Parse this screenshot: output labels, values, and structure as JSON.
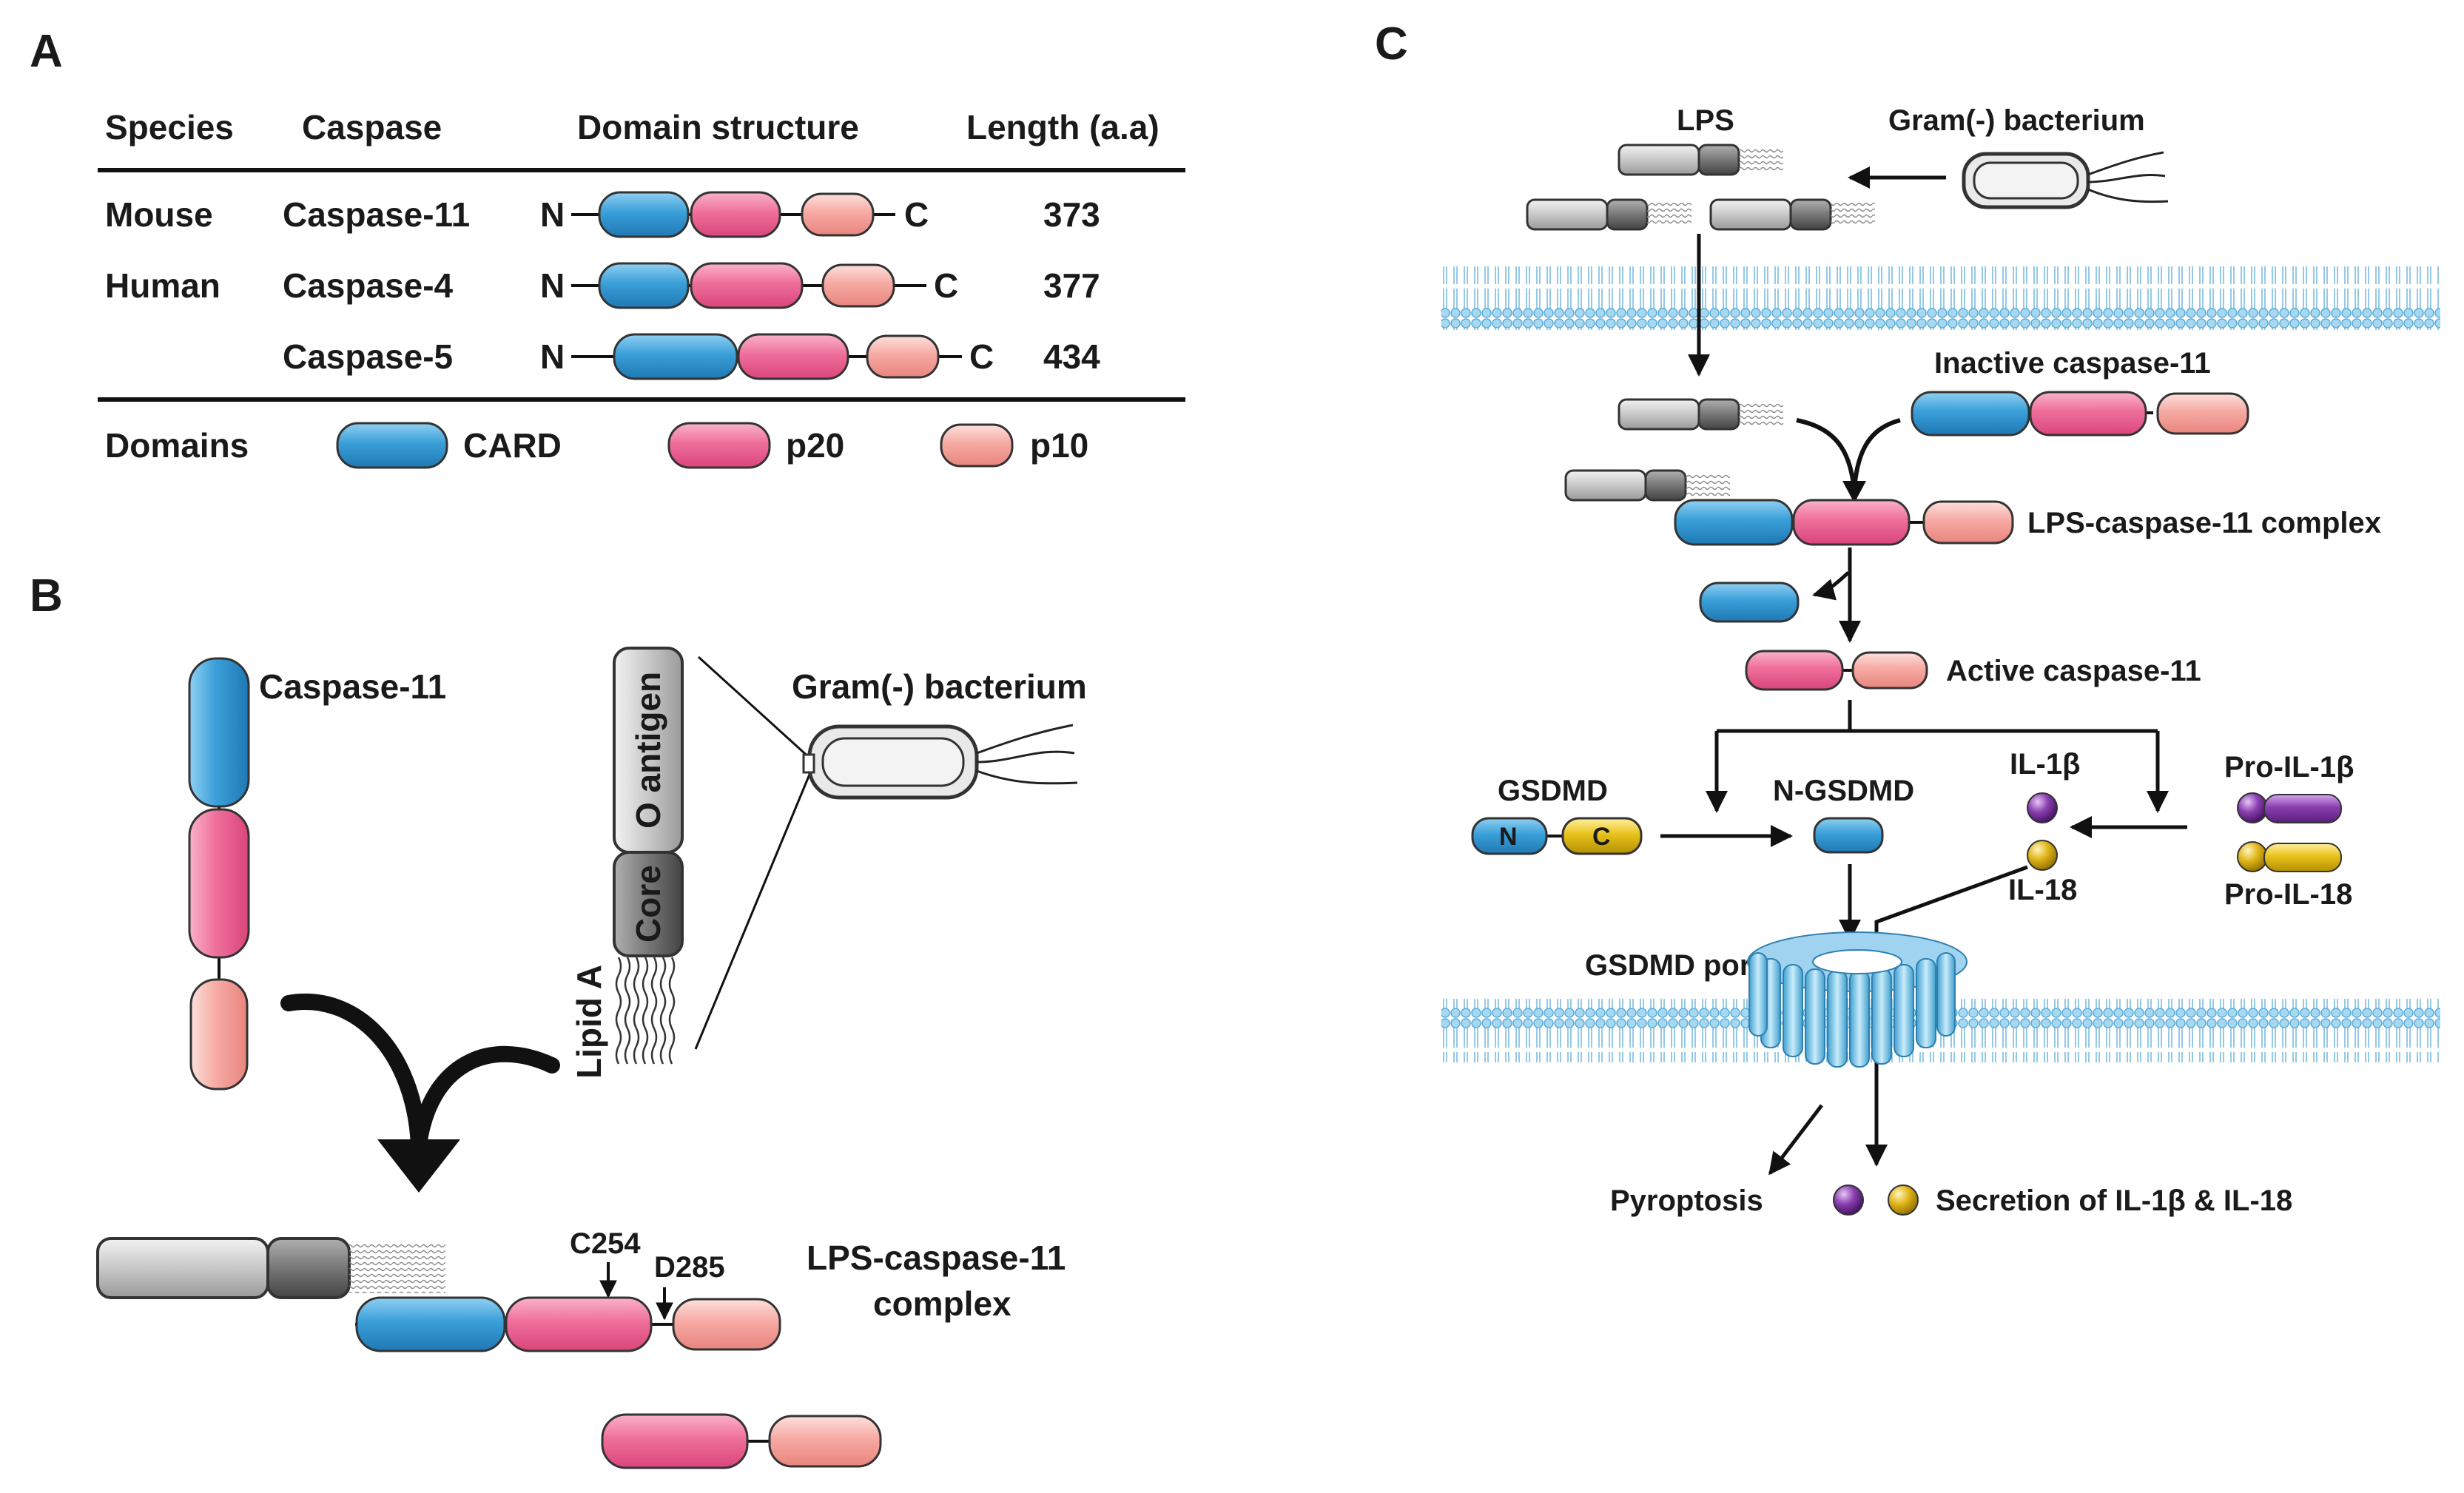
{
  "colors": {
    "card": "#3a9fd8",
    "p20": "#ef6f9a",
    "p10": "#f6aaa3",
    "lps_light": "#cfcfcf",
    "lps_dark": "#777777",
    "membrane": "#7fc2e6",
    "gsdmd_n": "#48b0e0",
    "gsdmd_c": "#e8c21c",
    "il1b": "#8a3fb0",
    "il18": "#e0b51a"
  },
  "panel_a": {
    "label": "A",
    "headers": [
      "Species",
      "Caspase",
      "Domain structure",
      "Length (a.a)"
    ],
    "rows": [
      {
        "species": "Mouse",
        "caspase": "Caspase-11",
        "n": "N",
        "c": "C",
        "length": "373"
      },
      {
        "species": "Human",
        "caspase": "Caspase-4",
        "n": "N",
        "c": "C",
        "length": "377"
      },
      {
        "species": "",
        "caspase": "Caspase-5",
        "n": "N",
        "c": "C",
        "length": "434"
      }
    ],
    "legend": {
      "title": "Domains",
      "card": "CARD",
      "p20": "p20",
      "p10": "p10"
    }
  },
  "panel_b": {
    "label": "B",
    "caspase_label": "Caspase-11",
    "o_antigen": "O antigen",
    "core": "Core",
    "lipid_a": "Lipid A",
    "bacterium": "Gram(-) bacterium",
    "c254": "C254",
    "d285": "D285",
    "complex_line1": "LPS-caspase-11",
    "complex_line2": "complex"
  },
  "panel_c": {
    "label": "C",
    "lps": "LPS",
    "bacterium": "Gram(-) bacterium",
    "inactive": "Inactive caspase-11",
    "complex": "LPS-caspase-11 complex",
    "active": "Active caspase-11",
    "gsdmd": "GSDMD",
    "gsdmd_n": "N",
    "gsdmd_c": "C",
    "n_gsdmd": "N-GSDMD",
    "il1b": "IL-1β",
    "il18": "IL-18",
    "pro_il1b": "Pro-IL-1β",
    "pro_il18": "Pro-IL-18",
    "pore": "GSDMD pore",
    "pyroptosis": "Pyroptosis",
    "secretion": "Secretion of IL-1β & IL-18"
  }
}
